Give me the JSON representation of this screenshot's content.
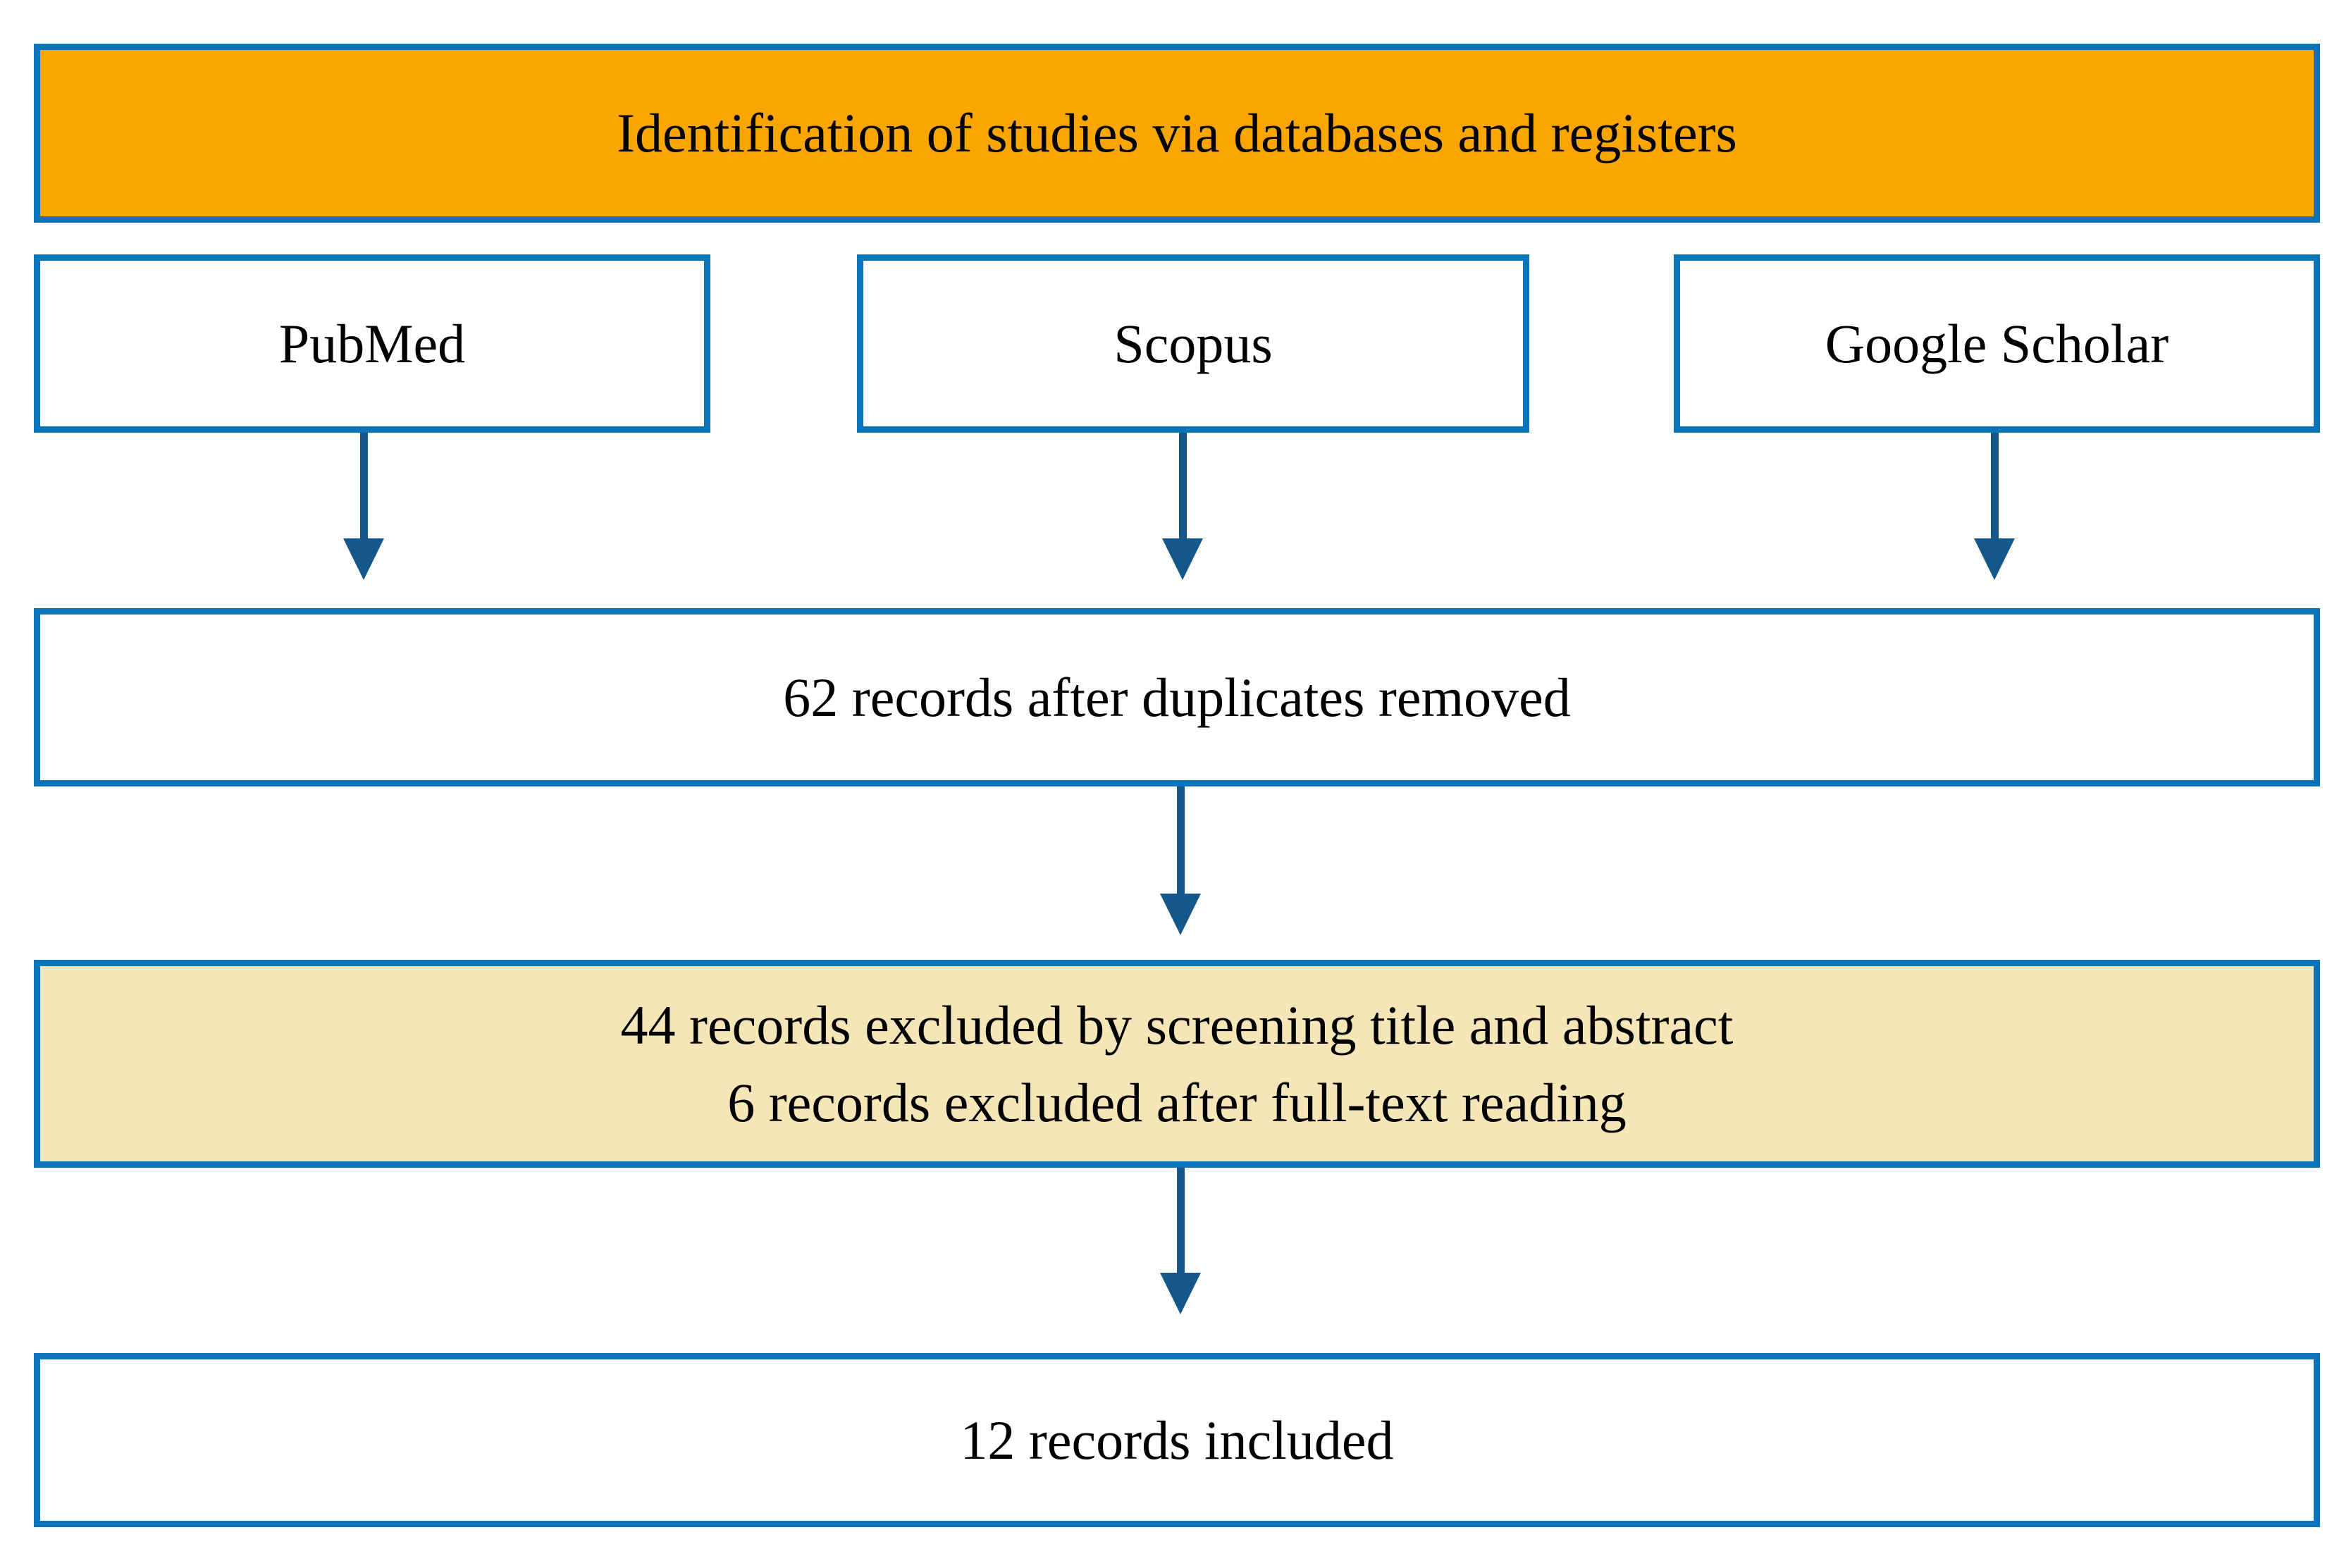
{
  "diagram": {
    "type": "prisma-flow",
    "header": {
      "label": "Identification of studies via databases and registers"
    },
    "sources": [
      {
        "id": "pubmed",
        "label": "PubMed"
      },
      {
        "id": "scopus",
        "label": "Scopus"
      },
      {
        "id": "google-scholar",
        "label": "Google Scholar"
      }
    ],
    "steps": {
      "dedup": {
        "label": "62 records after duplicates removed"
      },
      "excluded": {
        "lines": [
          "44 records excluded by screening title and abstract",
          "6 records excluded after full-text reading"
        ]
      },
      "included": {
        "label": "12 records included"
      }
    },
    "colors": {
      "border": "#0a74bb",
      "arrow": "#14588a",
      "header_bg": "#faa602",
      "excluded_bg": "#f5e6b8",
      "text": "#000000",
      "box_bg": "#ffffff"
    }
  }
}
